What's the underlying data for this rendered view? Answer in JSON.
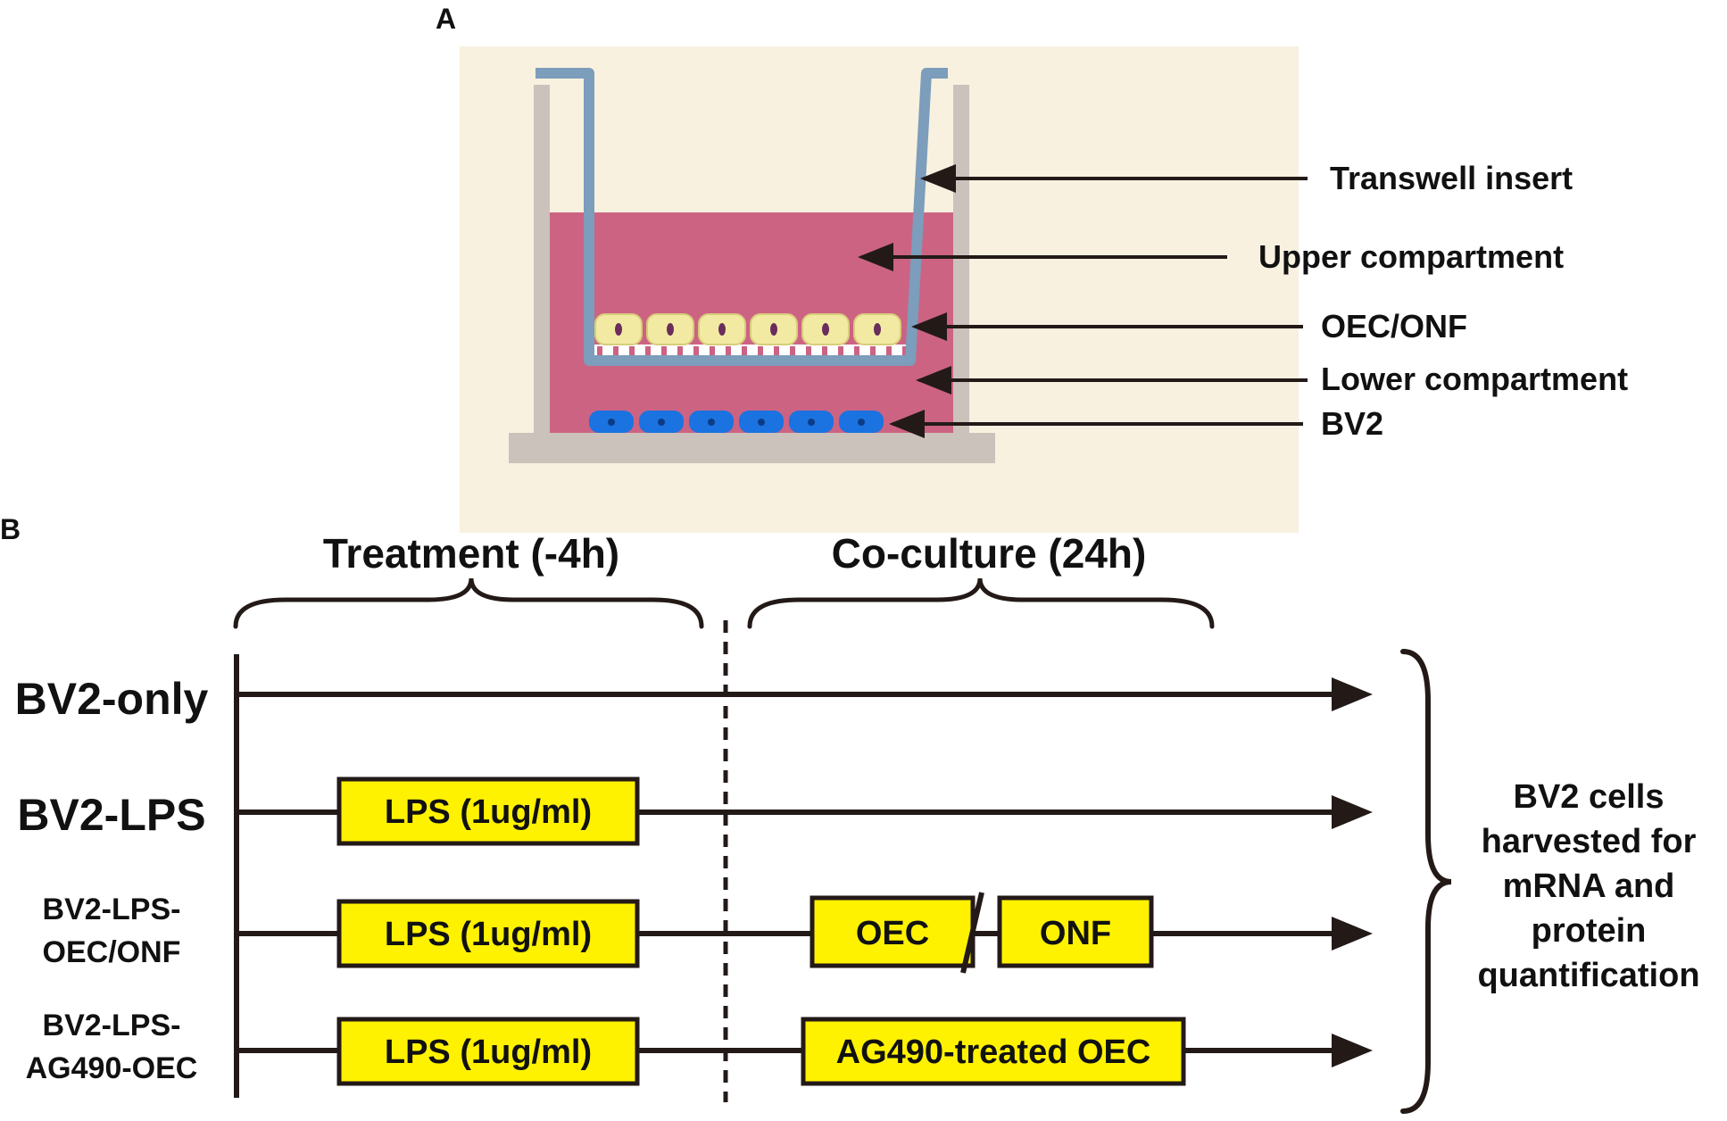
{
  "panel_a": {
    "letter": "A",
    "labels": {
      "transwell_insert": "Transwell insert",
      "upper_compartment": "Upper compartment",
      "oec_onf": "OEC/ONF",
      "lower_compartment": "Lower compartment",
      "bv2": "BV2"
    },
    "colors": {
      "background": "#f8f1df",
      "well": "#cbc2bc",
      "medium": "#cc6383",
      "insert": "#7c9dbb",
      "oec_cell": "#f2eaa2",
      "bv2_cell": "#1a73e0"
    }
  },
  "panel_b": {
    "letter": "B",
    "phase_treatment": "Treatment (-4h)",
    "phase_coculture": "Co-culture (24h)",
    "rows": [
      {
        "label_line1": "BV2-only",
        "label_line2": ""
      },
      {
        "label_line1": "BV2-LPS",
        "label_line2": ""
      },
      {
        "label_line1": "BV2-LPS-",
        "label_line2": "OEC/ONF"
      },
      {
        "label_line1": "BV2-LPS-",
        "label_line2": "AG490-OEC"
      }
    ],
    "boxes": {
      "lps": "LPS (1ug/ml)",
      "oec": "OEC",
      "onf": "ONF",
      "ag490": "AG490-treated OEC"
    },
    "outcome": [
      "BV2 cells",
      "harvested for",
      "mRNA and",
      "protein",
      "quantification"
    ],
    "colors": {
      "box_fill": "#fff200",
      "line": "#231a18"
    }
  }
}
